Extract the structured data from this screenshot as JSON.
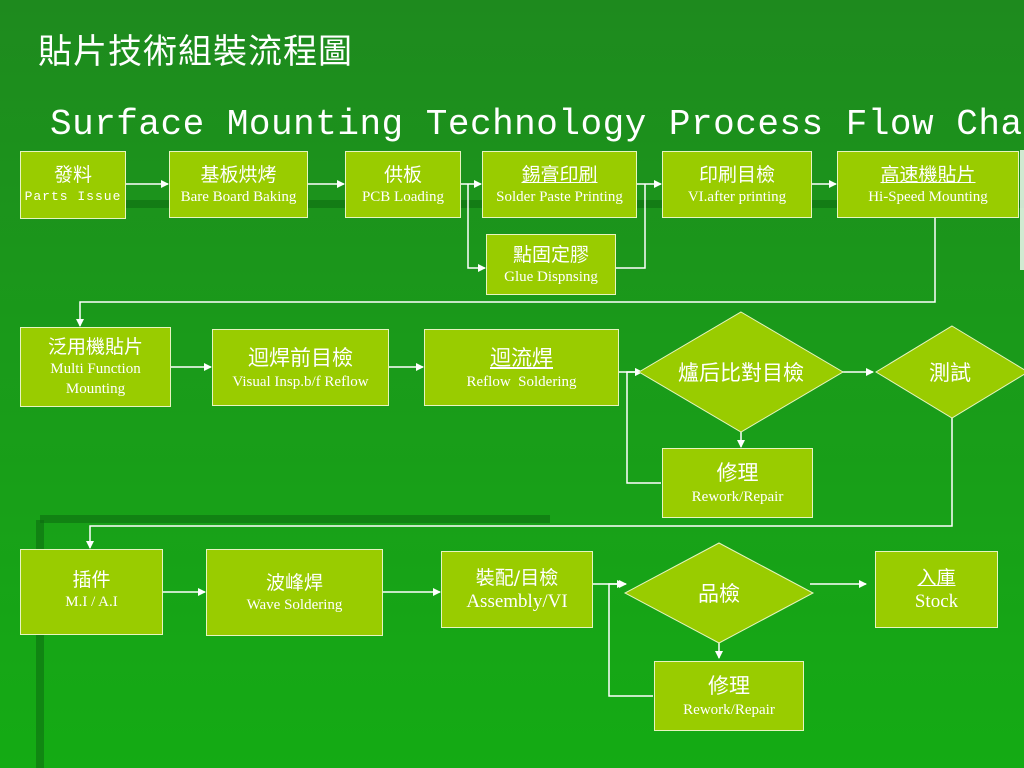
{
  "title_zh": "貼片技術組裝流程圖",
  "title_en": "Surface Mounting Technology Process Flow Chart",
  "colors": {
    "box_fill": "#99cc00",
    "box_border": "#e8f5c0",
    "connector": "#ffffff",
    "background": "#1a9a1a"
  },
  "steps": {
    "parts_issue": {
      "zh": "發料",
      "en": "Parts Issue"
    },
    "bare_board_baking": {
      "zh": "基板烘烤",
      "en": "Bare Board Baking"
    },
    "pcb_loading": {
      "zh": "供板",
      "en": "PCB Loading"
    },
    "solder_paste_printing": {
      "zh": "錫膏印刷",
      "en": "Solder Paste Printing"
    },
    "glue_dispensing": {
      "zh": "點固定膠",
      "en": "Glue Dispnsing"
    },
    "vi_after_printing": {
      "zh": "印刷目檢",
      "en": "VI.after printing"
    },
    "hi_speed_mounting": {
      "zh": "高速機貼片",
      "en": "Hi-Speed Mounting"
    },
    "multi_function_mounting": {
      "zh": "泛用機貼片",
      "en": "Multi Function Mounting"
    },
    "visual_insp_before_reflow": {
      "zh": "迴焊前目檢",
      "en": "Visual Insp.b/f Reflow"
    },
    "reflow_soldering": {
      "zh": "迴流焊",
      "en": "Reflow  Soldering"
    },
    "post_reflow_inspection": {
      "zh": "爐后比對目檢"
    },
    "testing": {
      "zh": "測試"
    },
    "rework_repair_1": {
      "zh": "修理",
      "en": "Rework/Repair"
    },
    "insertion": {
      "zh": "插件",
      "en": "M.I / A.I"
    },
    "wave_soldering": {
      "zh": "波峰焊",
      "en": "Wave Soldering"
    },
    "assembly_vi": {
      "zh": "裝配/目檢",
      "en": "Assembly/VI"
    },
    "quality_inspection": {
      "zh": "品檢"
    },
    "stock": {
      "zh": "入庫",
      "en": "Stock"
    },
    "rework_repair_2": {
      "zh": "修理",
      "en": "Rework/Repair"
    }
  }
}
